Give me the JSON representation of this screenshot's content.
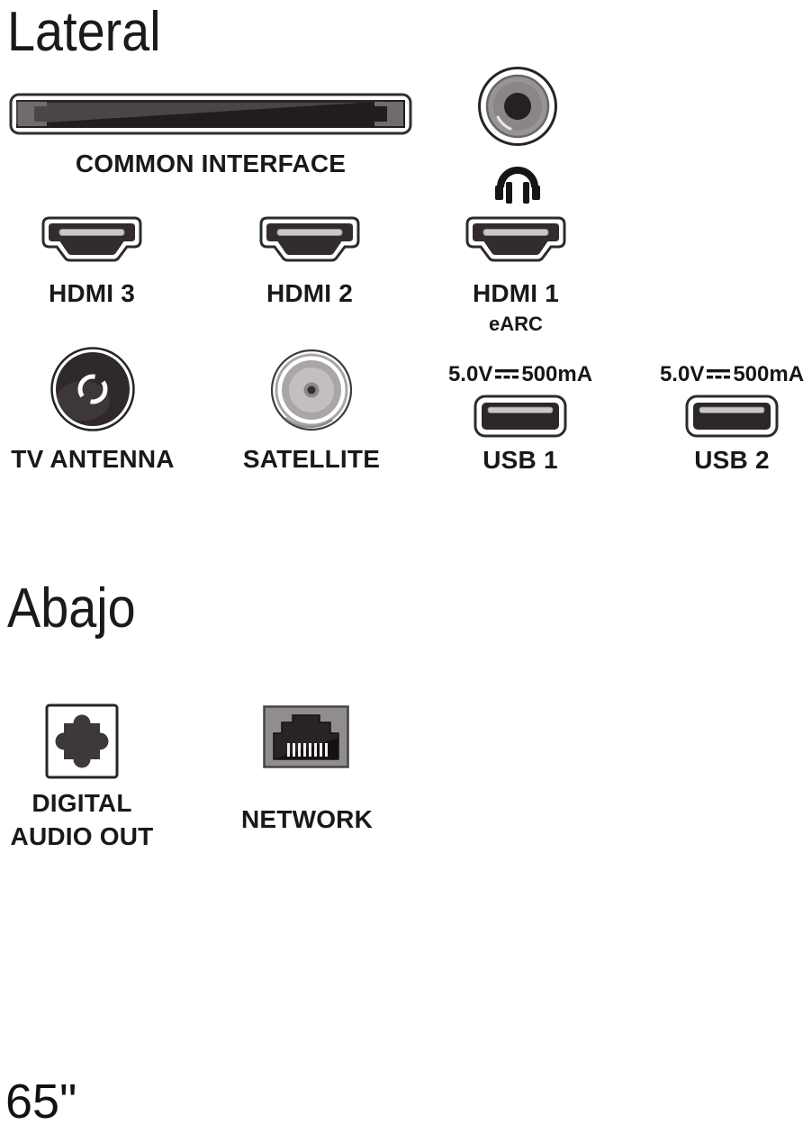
{
  "sections": {
    "lateral": {
      "title": "Lateral"
    },
    "abajo": {
      "title": "Abajo"
    }
  },
  "lateral": {
    "common_interface": {
      "label": "COMMON INTERFACE"
    },
    "headphone_jack": {
      "icon": "headphones-icon"
    },
    "hdmi_3": {
      "label": "HDMI 3"
    },
    "hdmi_2": {
      "label": "HDMI 2"
    },
    "hdmi_1": {
      "label": "HDMI 1",
      "sublabel": "eARC"
    },
    "tv_antenna": {
      "label": "TV ANTENNA"
    },
    "satellite": {
      "label": "SATELLITE"
    },
    "usb_1": {
      "label": "USB 1",
      "rating_voltage": "5.0V",
      "rating_current": "500mA"
    },
    "usb_2": {
      "label": "USB 2",
      "rating_voltage": "5.0V",
      "rating_current": "500mA"
    }
  },
  "abajo": {
    "digital_audio_out": {
      "label_line1": "DIGITAL",
      "label_line2": "AUDIO OUT"
    },
    "network": {
      "label": "NETWORK"
    }
  },
  "footer": {
    "screen_size": "65\""
  },
  "colors": {
    "ink": "#191919",
    "port_dark": "#2f2929",
    "slot_gray": "#4b4646",
    "metal_gray": "#aaa6a6",
    "tongue_gray": "#c8c8c8",
    "jack_body": "#918d8d"
  }
}
